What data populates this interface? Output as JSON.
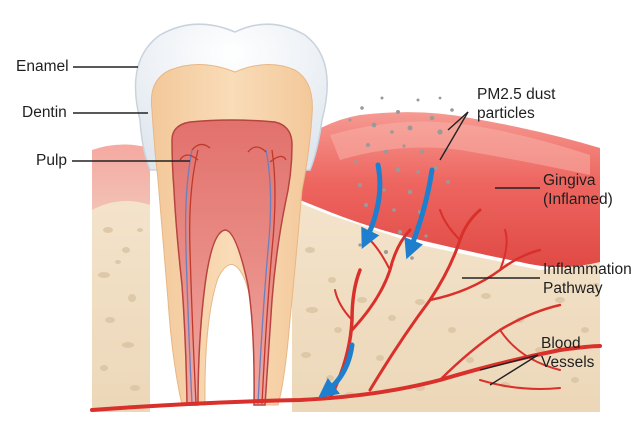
{
  "labels": {
    "enamel": "Enamel",
    "dentin": "Dentin",
    "pulp": "Pulp",
    "pm25_line1": "PM2.5 dust",
    "pm25_line2": "particles",
    "gingiva_line1": "Gingiva",
    "gingiva_line2": "(Inflamed)",
    "inflammation_line1": "Inflammation",
    "inflammation_line2": "Pathway",
    "blood_line1": "Blood",
    "blood_line2": "Vessels"
  },
  "colors": {
    "enamel": "#eef1f4",
    "dentin": "#f6d2a8",
    "pulp": "#e98a84",
    "gingiva": "#ef6a66",
    "bone": "#efdcc0",
    "vessel": "#d9302b",
    "nerve": "#6a7fc0",
    "arrow": "#1e7fce",
    "particle": "#9a9a9a"
  }
}
